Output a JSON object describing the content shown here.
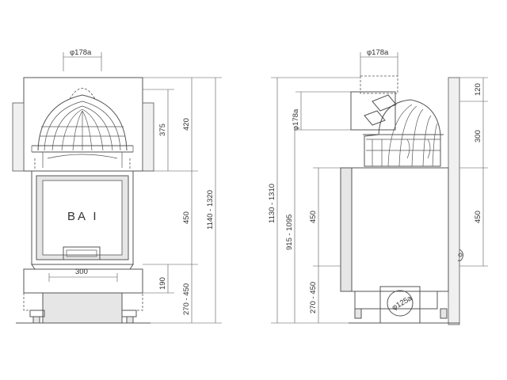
{
  "front": {
    "flue_label": "φ178a",
    "door_brand": "BA I",
    "dim_375": "375",
    "dim_420": "420",
    "dim_450": "450",
    "dim_1140_1320": "1140 - 1320",
    "dim_300": "300",
    "dim_190": "190",
    "dim_270_450": "270 - 450"
  },
  "side": {
    "flue_label": "φ178a",
    "flue_label_vertical": "φ178a",
    "inlet_label": "φ125a",
    "dim_1130_1310": "1130 - 1310",
    "dim_915_1095": "915 - 1095",
    "dim_450_left": "450",
    "dim_270_450": "270 - 450",
    "dim_120": "120",
    "dim_300": "300",
    "dim_450_right": "450"
  },
  "colors": {
    "line": "#555555",
    "panel": "#e6e6e6",
    "background": "#ffffff"
  }
}
